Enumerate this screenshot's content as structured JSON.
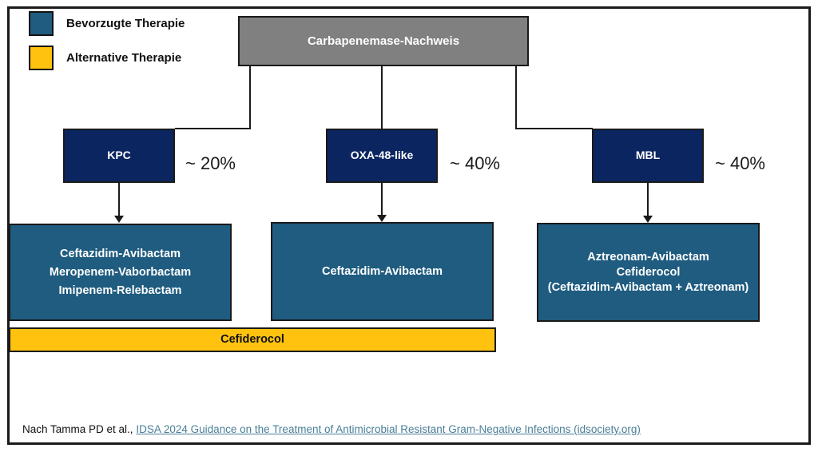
{
  "legend": {
    "items": [
      {
        "label": "Bevorzugte Therapie",
        "color": "#1f5c80",
        "name": "preferred"
      },
      {
        "label": "Alternative Therapie",
        "color": "#ffc20e",
        "name": "alternative"
      }
    ]
  },
  "root": {
    "label": "Carbapenemase-Nachweis",
    "color": "#808080"
  },
  "branches": [
    {
      "id": "kpc",
      "label": "KPC",
      "percent": "~ 20%",
      "color": "#0b2560",
      "treatment_lines": [
        "Ceftazidim-Avibactam",
        "Meropenem-Vaborbactam",
        "Imipenem-Relebactam"
      ]
    },
    {
      "id": "oxa48",
      "label": "OXA-48-like",
      "percent": "~ 40%",
      "color": "#0b2560",
      "treatment_lines": [
        "Ceftazidim-Avibactam"
      ]
    },
    {
      "id": "mbl",
      "label": "MBL",
      "percent": "~ 40%",
      "color": "#0b2560",
      "treatment_lines": [
        "Aztreonam-Avibactam",
        "Cefiderocol",
        "(Ceftazidim-Avibactam + Aztreonam)"
      ]
    }
  ],
  "alternative_bar": {
    "label": "Cefiderocol",
    "color": "#ffc20e"
  },
  "footer": {
    "prefix": "Nach Tamma PD et al., ",
    "link_text": "IDSA 2024 Guidance on the Treatment of Antimicrobial Resistant Gram-Negative Infections (idsociety.org)",
    "link_color": "#4a7f97"
  }
}
